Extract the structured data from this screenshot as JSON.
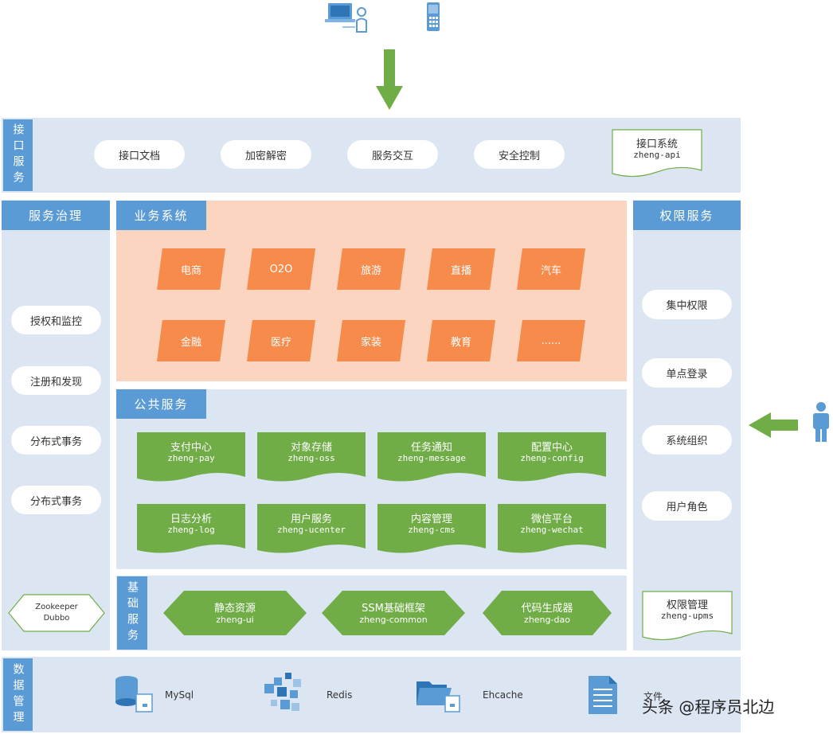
{
  "interface": {
    "header": "接口服务",
    "items": [
      "接口文档",
      "加密解密",
      "服务交互",
      "安全控制"
    ],
    "system": {
      "name": "接口系统",
      "code": "zheng-api"
    }
  },
  "governance": {
    "header": "服务治理",
    "items": [
      "授权和监控",
      "注册和发现",
      "分布式事务",
      "分布式事务"
    ],
    "hex": {
      "line1": "Zookeeper",
      "line2": "Dubbo"
    }
  },
  "business": {
    "header": "业务系统",
    "items": [
      "电商",
      "O2O",
      "旅游",
      "直播",
      "汽车",
      "金融",
      "医疗",
      "家装",
      "教育",
      "......"
    ]
  },
  "common": {
    "header": "公共服务",
    "items": [
      {
        "name": "支付中心",
        "code": "zheng-pay"
      },
      {
        "name": "对象存储",
        "code": "zheng-oss"
      },
      {
        "name": "任务通知",
        "code": "zheng-message"
      },
      {
        "name": "配置中心",
        "code": "zheng-config"
      },
      {
        "name": "日志分析",
        "code": "zheng-log"
      },
      {
        "name": "用户服务",
        "code": "zheng-ucenter"
      },
      {
        "name": "内容管理",
        "code": "zheng-cms"
      },
      {
        "name": "微信平台",
        "code": "zheng-wechat"
      }
    ]
  },
  "base": {
    "header": "基础服务",
    "items": [
      {
        "name": "静态资源",
        "code": "zheng-ui"
      },
      {
        "name": "SSM基础框架",
        "code": "zheng-common"
      },
      {
        "name": "代码生成器",
        "code": "zheng-dao"
      }
    ]
  },
  "permission": {
    "header": "权限服务",
    "items": [
      "集中权限",
      "单点登录",
      "系统组织",
      "用户角色"
    ],
    "system": {
      "name": "权限管理",
      "code": "zheng-upms"
    }
  },
  "data": {
    "header": "数据管理",
    "items": [
      "MySql",
      "Redis",
      "Ehcache",
      "文件"
    ]
  },
  "watermark": "头条 @程序员北边",
  "colors": {
    "blue": "#5b9bd5",
    "panel": "#dce6f2",
    "orange": "#f68b4c",
    "green": "#70ad47",
    "peach": "#fbd5c0"
  }
}
